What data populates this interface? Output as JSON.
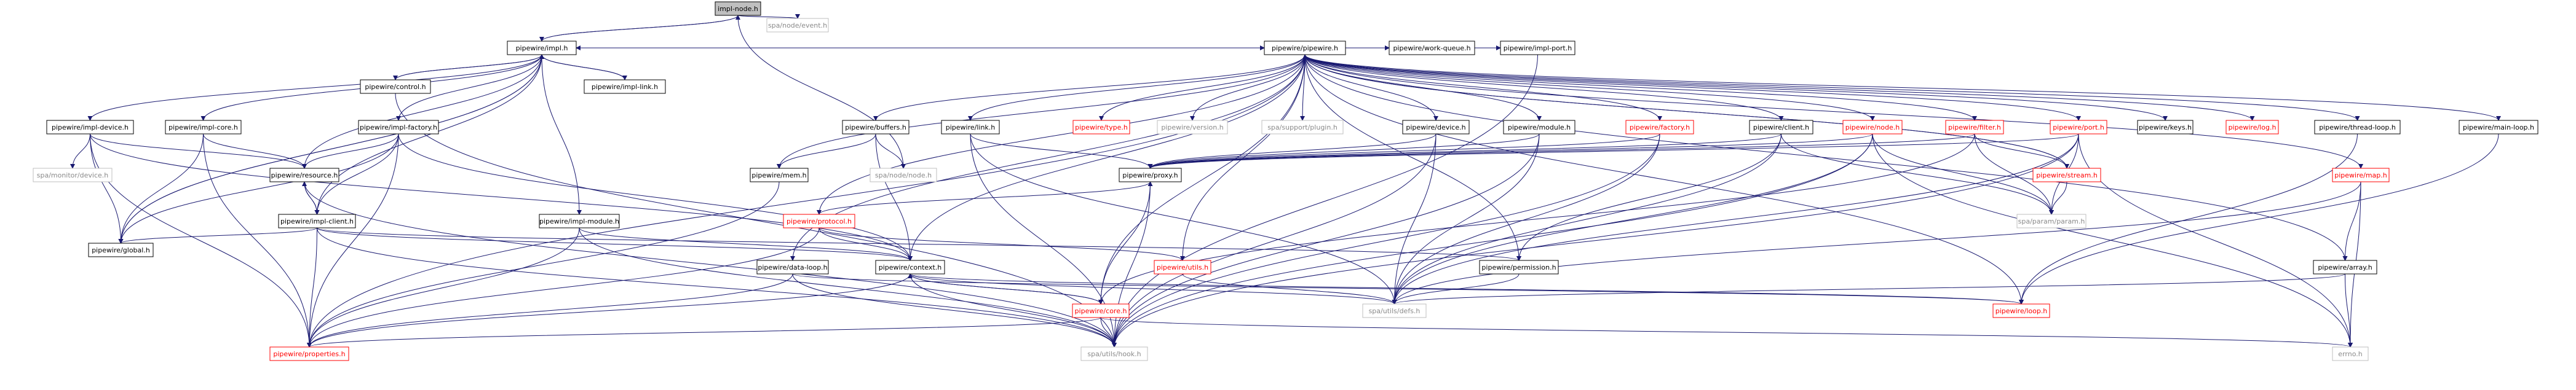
{
  "nodes": [
    {
      "id": "impl-node",
      "label": "impl-node.h",
      "style": "current"
    },
    {
      "id": "spa-node-event",
      "label": "spa/node/event.h",
      "style": "gray"
    },
    {
      "id": "impl",
      "label": "pipewire/impl.h",
      "style": "normal"
    },
    {
      "id": "impl-link",
      "label": "pipewire/impl-link.h",
      "style": "normal"
    },
    {
      "id": "control",
      "label": "pipewire/control.h",
      "style": "normal"
    },
    {
      "id": "work-queue",
      "label": "pipewire/work-queue.h",
      "style": "normal"
    },
    {
      "id": "impl-port",
      "label": "pipewire/impl-port.h",
      "style": "normal"
    },
    {
      "id": "pipewire",
      "label": "pipewire/pipewire.h",
      "style": "normal"
    },
    {
      "id": "impl-device",
      "label": "pipewire/impl-device.h",
      "style": "normal"
    },
    {
      "id": "impl-core",
      "label": "pipewire/impl-core.h",
      "style": "normal"
    },
    {
      "id": "impl-factory",
      "label": "pipewire/impl-factory.h",
      "style": "normal"
    },
    {
      "id": "buffers",
      "label": "pipewire/buffers.h",
      "style": "normal"
    },
    {
      "id": "type",
      "label": "pipewire/type.h",
      "style": "red"
    },
    {
      "id": "version",
      "label": "pipewire/version.h",
      "style": "gray"
    },
    {
      "id": "support-plugin",
      "label": "spa/support/plugin.h",
      "style": "gray"
    },
    {
      "id": "link",
      "label": "pipewire/link.h",
      "style": "normal"
    },
    {
      "id": "device",
      "label": "pipewire/device.h",
      "style": "normal"
    },
    {
      "id": "module",
      "label": "pipewire/module.h",
      "style": "normal"
    },
    {
      "id": "factory",
      "label": "pipewire/factory.h",
      "style": "red"
    },
    {
      "id": "client",
      "label": "pipewire/client.h",
      "style": "normal"
    },
    {
      "id": "node",
      "label": "pipewire/node.h",
      "style": "red"
    },
    {
      "id": "filter",
      "label": "pipewire/filter.h",
      "style": "red"
    },
    {
      "id": "port",
      "label": "pipewire/port.h",
      "style": "red"
    },
    {
      "id": "keys",
      "label": "pipewire/keys.h",
      "style": "normal"
    },
    {
      "id": "log",
      "label": "pipewire/log.h",
      "style": "red"
    },
    {
      "id": "thread-loop",
      "label": "pipewire/thread-loop.h",
      "style": "normal"
    },
    {
      "id": "main-loop",
      "label": "pipewire/main-loop.h",
      "style": "normal"
    },
    {
      "id": "map",
      "label": "pipewire/map.h",
      "style": "red"
    },
    {
      "id": "monitor-device",
      "label": "spa/monitor/device.h",
      "style": "gray"
    },
    {
      "id": "resource",
      "label": "pipewire/resource.h",
      "style": "normal"
    },
    {
      "id": "mem",
      "label": "pipewire/mem.h",
      "style": "normal"
    },
    {
      "id": "spa-node-node",
      "label": "spa/node/node.h",
      "style": "gray"
    },
    {
      "id": "proxy",
      "label": "pipewire/proxy.h",
      "style": "normal"
    },
    {
      "id": "stream",
      "label": "pipewire/stream.h",
      "style": "red"
    },
    {
      "id": "protocol",
      "label": "pipewire/protocol.h",
      "style": "red"
    },
    {
      "id": "impl-client",
      "label": "pipewire/impl-client.h",
      "style": "normal"
    },
    {
      "id": "impl-module",
      "label": "pipewire/impl-module.h",
      "style": "normal"
    },
    {
      "id": "spa-param",
      "label": "spa/param/param.h",
      "style": "gray"
    },
    {
      "id": "global",
      "label": "pipewire/global.h",
      "style": "normal"
    },
    {
      "id": "data-loop",
      "label": "pipewire/data-loop.h",
      "style": "normal"
    },
    {
      "id": "context",
      "label": "pipewire/context.h",
      "style": "normal"
    },
    {
      "id": "utils",
      "label": "pipewire/utils.h",
      "style": "red"
    },
    {
      "id": "permission",
      "label": "pipewire/permission.h",
      "style": "normal"
    },
    {
      "id": "array",
      "label": "pipewire/array.h",
      "style": "normal"
    },
    {
      "id": "spa-defs",
      "label": "spa/utils/defs.h",
      "style": "gray"
    },
    {
      "id": "loop",
      "label": "pipewire/loop.h",
      "style": "red"
    },
    {
      "id": "core",
      "label": "pipewire/core.h",
      "style": "red"
    },
    {
      "id": "properties",
      "label": "pipewire/properties.h",
      "style": "red"
    },
    {
      "id": "spa-hook",
      "label": "spa/utils/hook.h",
      "style": "gray"
    },
    {
      "id": "errno",
      "label": "errno.h",
      "style": "gray"
    }
  ],
  "edges": [
    [
      "impl-node",
      "spa-node-event"
    ],
    [
      "impl-node",
      "impl"
    ],
    [
      "impl-node",
      "spa-node-node"
    ],
    [
      "impl",
      "impl-node"
    ],
    [
      "impl",
      "impl-link"
    ],
    [
      "impl",
      "control"
    ],
    [
      "impl",
      "work-queue"
    ],
    [
      "impl",
      "impl-port"
    ],
    [
      "impl",
      "pipewire"
    ],
    [
      "impl",
      "impl-device"
    ],
    [
      "impl",
      "impl-core"
    ],
    [
      "impl",
      "impl-factory"
    ],
    [
      "impl",
      "impl-client"
    ],
    [
      "impl",
      "impl-module"
    ],
    [
      "impl",
      "resource"
    ],
    [
      "impl",
      "global"
    ],
    [
      "impl-link",
      "impl"
    ],
    [
      "control",
      "impl"
    ],
    [
      "control",
      "spa-hook"
    ],
    [
      "impl-port",
      "impl"
    ],
    [
      "impl-port",
      "spa-hook"
    ],
    [
      "pipewire",
      "buffers"
    ],
    [
      "pipewire",
      "type"
    ],
    [
      "pipewire",
      "version"
    ],
    [
      "pipewire",
      "support-plugin"
    ],
    [
      "pipewire",
      "link"
    ],
    [
      "pipewire",
      "device"
    ],
    [
      "pipewire",
      "module"
    ],
    [
      "pipewire",
      "factory"
    ],
    [
      "pipewire",
      "client"
    ],
    [
      "pipewire",
      "node"
    ],
    [
      "pipewire",
      "filter"
    ],
    [
      "pipewire",
      "port"
    ],
    [
      "pipewire",
      "keys"
    ],
    [
      "pipewire",
      "log"
    ],
    [
      "pipewire",
      "thread-loop"
    ],
    [
      "pipewire",
      "main-loop"
    ],
    [
      "pipewire",
      "map"
    ],
    [
      "pipewire",
      "mem"
    ],
    [
      "pipewire",
      "protocol"
    ],
    [
      "pipewire",
      "data-loop"
    ],
    [
      "pipewire",
      "context"
    ],
    [
      "pipewire",
      "utils"
    ],
    [
      "pipewire",
      "permission"
    ],
    [
      "pipewire",
      "array"
    ],
    [
      "pipewire",
      "loop"
    ],
    [
      "pipewire",
      "core"
    ],
    [
      "pipewire",
      "properties"
    ],
    [
      "pipewire",
      "stream"
    ],
    [
      "impl-device",
      "monitor-device"
    ],
    [
      "impl-device",
      "resource"
    ],
    [
      "impl-device",
      "global"
    ],
    [
      "impl-device",
      "properties"
    ],
    [
      "impl-device",
      "context"
    ],
    [
      "impl-core",
      "resource"
    ],
    [
      "impl-core",
      "global"
    ],
    [
      "impl-core",
      "properties"
    ],
    [
      "impl-factory",
      "resource"
    ],
    [
      "impl-factory",
      "global"
    ],
    [
      "impl-factory",
      "impl-client"
    ],
    [
      "impl-factory",
      "context"
    ],
    [
      "impl-factory",
      "properties"
    ],
    [
      "buffers",
      "mem"
    ],
    [
      "buffers",
      "spa-node-node"
    ],
    [
      "buffers",
      "context"
    ],
    [
      "link",
      "proxy"
    ],
    [
      "link",
      "spa-defs"
    ],
    [
      "link",
      "spa-hook"
    ],
    [
      "device",
      "proxy"
    ],
    [
      "device",
      "spa-defs"
    ],
    [
      "device",
      "spa-hook"
    ],
    [
      "module",
      "proxy"
    ],
    [
      "module",
      "spa-defs"
    ],
    [
      "module",
      "spa-hook"
    ],
    [
      "factory",
      "proxy"
    ],
    [
      "factory",
      "spa-defs"
    ],
    [
      "factory",
      "spa-hook"
    ],
    [
      "client",
      "proxy"
    ],
    [
      "client",
      "permission"
    ],
    [
      "client",
      "spa-param"
    ],
    [
      "client",
      "spa-defs"
    ],
    [
      "node",
      "proxy"
    ],
    [
      "node",
      "spa-param"
    ],
    [
      "node",
      "spa-defs"
    ],
    [
      "node",
      "spa-hook"
    ],
    [
      "node",
      "errno"
    ],
    [
      "filter",
      "proxy"
    ],
    [
      "filter",
      "stream"
    ],
    [
      "filter",
      "spa-param"
    ],
    [
      "filter",
      "core"
    ],
    [
      "port",
      "proxy"
    ],
    [
      "port",
      "spa-param"
    ],
    [
      "port",
      "spa-defs"
    ],
    [
      "port",
      "spa-hook"
    ],
    [
      "port",
      "errno"
    ],
    [
      "thread-loop",
      "loop"
    ],
    [
      "main-loop",
      "loop"
    ],
    [
      "map",
      "array"
    ],
    [
      "map",
      "spa-defs"
    ],
    [
      "map",
      "errno"
    ],
    [
      "resource",
      "impl-client"
    ],
    [
      "resource",
      "spa-hook"
    ],
    [
      "mem",
      "properties"
    ],
    [
      "proxy",
      "protocol"
    ],
    [
      "proxy",
      "spa-hook"
    ],
    [
      "stream",
      "spa-param"
    ],
    [
      "stream",
      "pipewire"
    ],
    [
      "protocol",
      "context"
    ],
    [
      "protocol",
      "utils"
    ],
    [
      "protocol",
      "properties"
    ],
    [
      "impl-client",
      "resource"
    ],
    [
      "impl-client",
      "global"
    ],
    [
      "impl-client",
      "context"
    ],
    [
      "impl-client",
      "permission"
    ],
    [
      "impl-client",
      "properties"
    ],
    [
      "impl-client",
      "spa-hook"
    ],
    [
      "impl-module",
      "context"
    ],
    [
      "impl-module",
      "properties"
    ],
    [
      "impl-module",
      "spa-hook"
    ],
    [
      "data-loop",
      "properties"
    ],
    [
      "data-loop",
      "spa-hook"
    ],
    [
      "data-loop",
      "loop"
    ],
    [
      "context",
      "core"
    ],
    [
      "context",
      "loop"
    ],
    [
      "context",
      "properties"
    ],
    [
      "context",
      "spa-hook"
    ],
    [
      "context",
      "spa-defs"
    ],
    [
      "utils",
      "spa-defs"
    ],
    [
      "permission",
      "spa-defs"
    ],
    [
      "array",
      "spa-defs"
    ],
    [
      "array",
      "errno"
    ],
    [
      "core",
      "context"
    ],
    [
      "core",
      "proxy"
    ],
    [
      "core",
      "properties"
    ],
    [
      "core",
      "spa-hook"
    ],
    [
      "core",
      "errno"
    ],
    [
      "global",
      "impl"
    ]
  ]
}
